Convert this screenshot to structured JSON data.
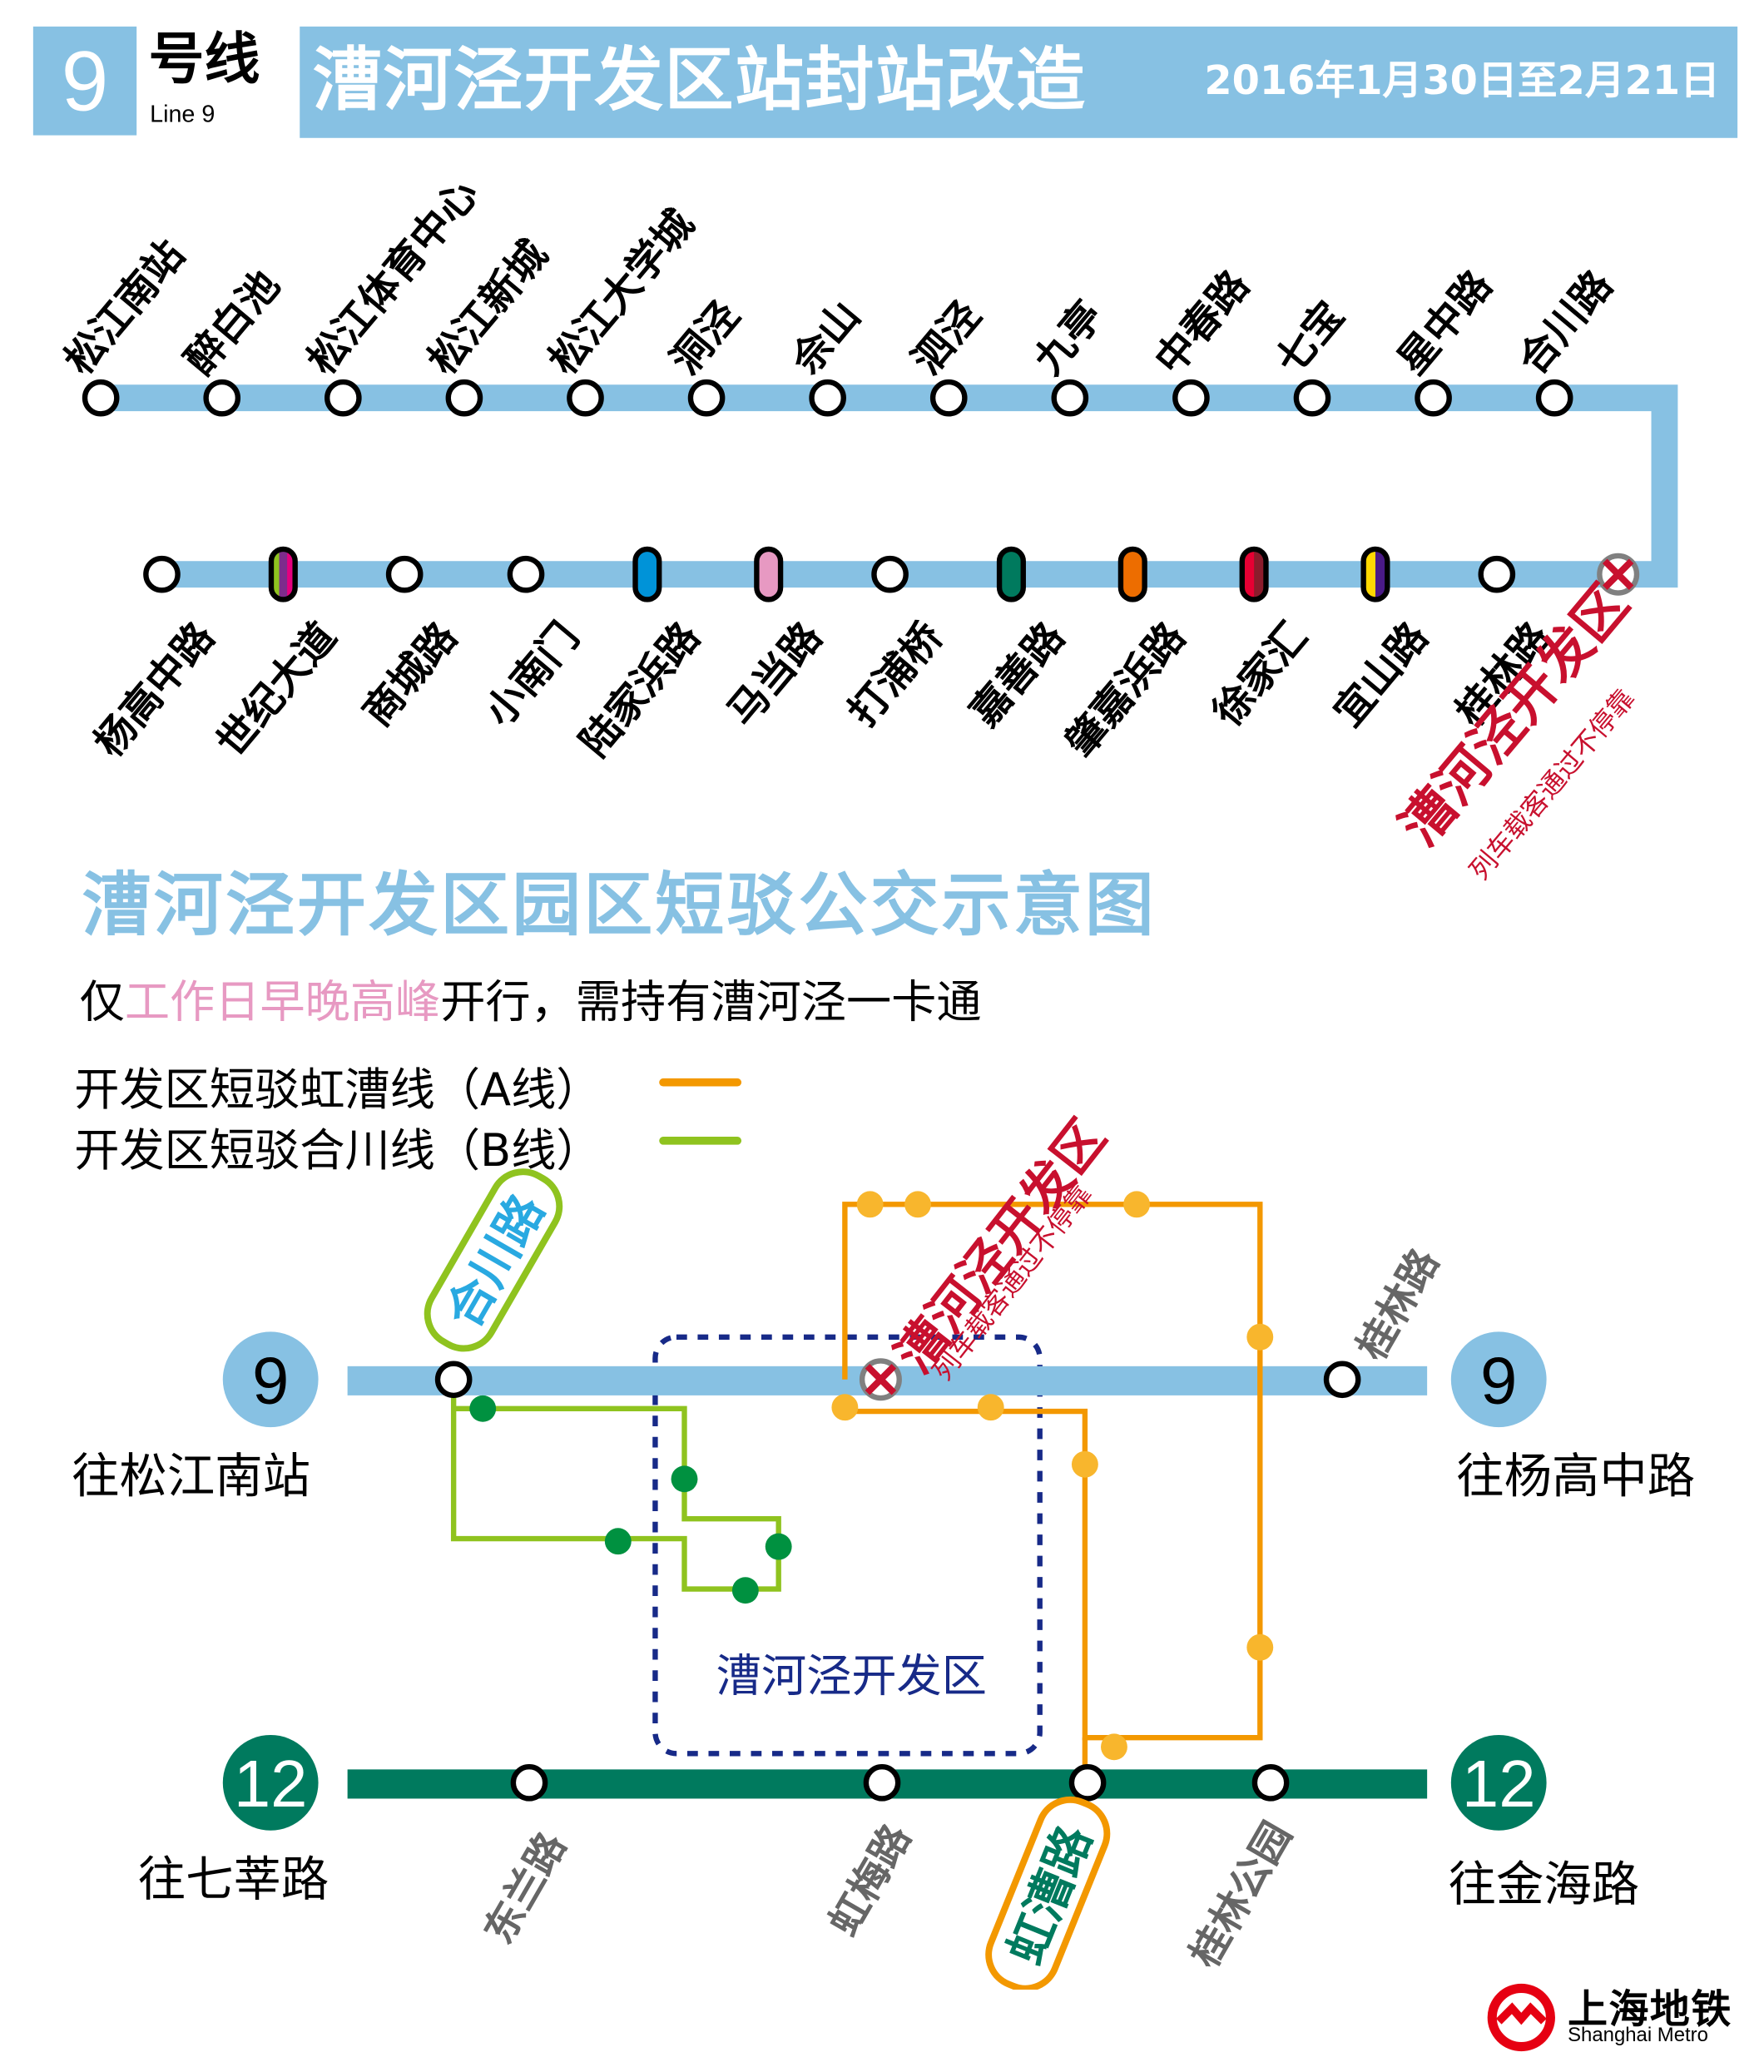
{
  "header": {
    "line_number": "9",
    "line_cn": "号线",
    "line_en": "Line 9",
    "title": "漕河泾开发区站封站改造",
    "date_range": "2016年1月30日至2月21日"
  },
  "colors": {
    "line9": "#87c1e3",
    "line12": "#007a5e",
    "closed_red": "#c8102e",
    "route_a_orange": "#f39800",
    "route_a_stop": "#f8b62d",
    "route_b_green": "#8fc31f",
    "route_b_stop": "#009140",
    "zone_navy": "#172a88",
    "highlight_pink": "#e799c2"
  },
  "line9_top_row": [
    {
      "name": "松江南站"
    },
    {
      "name": "醉白池"
    },
    {
      "name": "松江体育中心"
    },
    {
      "name": "松江新城"
    },
    {
      "name": "松江大学城"
    },
    {
      "name": "洞泾"
    },
    {
      "name": "佘山"
    },
    {
      "name": "泗泾"
    },
    {
      "name": "九亭"
    },
    {
      "name": "中春路"
    },
    {
      "name": "七宝"
    },
    {
      "name": "星中路"
    },
    {
      "name": "合川路"
    }
  ],
  "line9_bottom_row": [
    {
      "name": "杨高中路",
      "transfer_colors": []
    },
    {
      "name": "世纪大道",
      "transfer_colors": [
        "#8fc31f",
        "#7d2c8c",
        "#e4007f"
      ]
    },
    {
      "name": "商城路",
      "transfer_colors": []
    },
    {
      "name": "小南门",
      "transfer_colors": []
    },
    {
      "name": "陆家浜路",
      "transfer_colors": [
        "#0093d8"
      ]
    },
    {
      "name": "马当路",
      "transfer_colors": [
        "#e799c2"
      ]
    },
    {
      "name": "打浦桥",
      "transfer_colors": []
    },
    {
      "name": "嘉善路",
      "transfer_colors": [
        "#007a5e"
      ]
    },
    {
      "name": "肇嘉浜路",
      "transfer_colors": [
        "#ed6d00"
      ]
    },
    {
      "name": "徐家汇",
      "transfer_colors": [
        "#e60033",
        "#8b1c2c"
      ]
    },
    {
      "name": "宜山路",
      "transfer_colors": [
        "#ffd900",
        "#4a1a87"
      ]
    },
    {
      "name": "桂林路",
      "transfer_colors": []
    },
    {
      "name": "漕河泾开发区",
      "closed": true
    }
  ],
  "closed_station": {
    "name": "漕河泾开发区",
    "note": "列车载客通过不停靠"
  },
  "shuttle_section": {
    "title": "漕河泾开发区园区短驳公交示意图",
    "desc_prefix": "仅",
    "desc_highlight": "工作日早晚高峰",
    "desc_suffix": "开行，需持有漕河泾一卡通",
    "legend": [
      {
        "label": "开发区短驳虹漕线（A线）",
        "color": "#f39800"
      },
      {
        "label": "开发区短驳合川线（B线）",
        "color": "#8fc31f"
      }
    ]
  },
  "schematic": {
    "line9": {
      "badge": "9",
      "left_dest": "往松江南站",
      "right_dest": "往杨高中路",
      "stations": [
        "合川路",
        "漕河泾开发区",
        "桂林路"
      ]
    },
    "line12": {
      "badge": "12",
      "left_dest": "往七莘路",
      "right_dest": "往金海路",
      "stations": [
        "东兰路",
        "虹梅路",
        "虹漕路",
        "桂林公园"
      ]
    },
    "zone_label": "漕河泾开发区",
    "closed_main": "漕河泾开发区",
    "closed_note": "列车载客通过不停靠",
    "hechuan_label": "合川路",
    "hongcao_label": "虹漕路",
    "guilin_label": "桂林路"
  },
  "logo": {
    "cn": "上海地铁",
    "en": "Shanghai Metro"
  }
}
